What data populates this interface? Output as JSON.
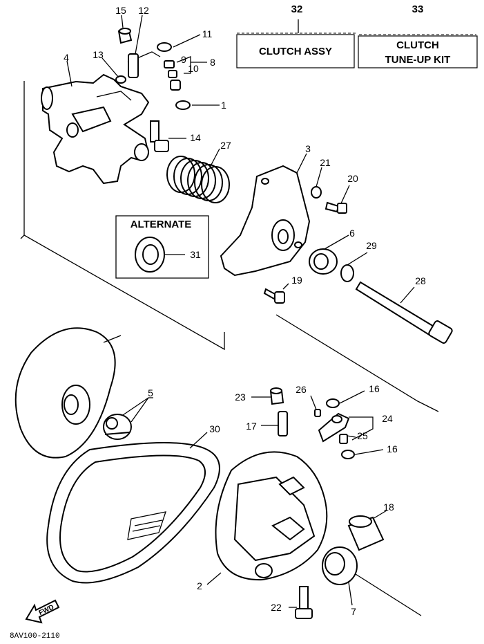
{
  "diagram": {
    "reference_code": "8AV100-2110",
    "fwd_label": "FWD",
    "kits": [
      {
        "number": "32",
        "label": "CLUTCH ASSY"
      },
      {
        "number": "33",
        "label_lines": [
          "CLUTCH",
          "TUNE-UP KIT"
        ]
      }
    ],
    "alternate_label": "ALTERNATE",
    "callouts": {
      "c1": "1",
      "c2": "2",
      "c3": "3",
      "c4": "4",
      "c5": "5",
      "c6": "6",
      "c7": "7",
      "c8": "8",
      "c9": "9",
      "c10": "10",
      "c11": "11",
      "c12": "12",
      "c13": "13",
      "c14": "14",
      "c15": "15",
      "c16a": "16",
      "c16b": "16",
      "c17": "17",
      "c18": "18",
      "c19": "19",
      "c20": "20",
      "c21": "21",
      "c22": "22",
      "c23": "23",
      "c24": "24",
      "c25": "25",
      "c26": "26",
      "c27": "27",
      "c28": "28",
      "c29": "29",
      "c30": "30",
      "c31": "31"
    }
  }
}
